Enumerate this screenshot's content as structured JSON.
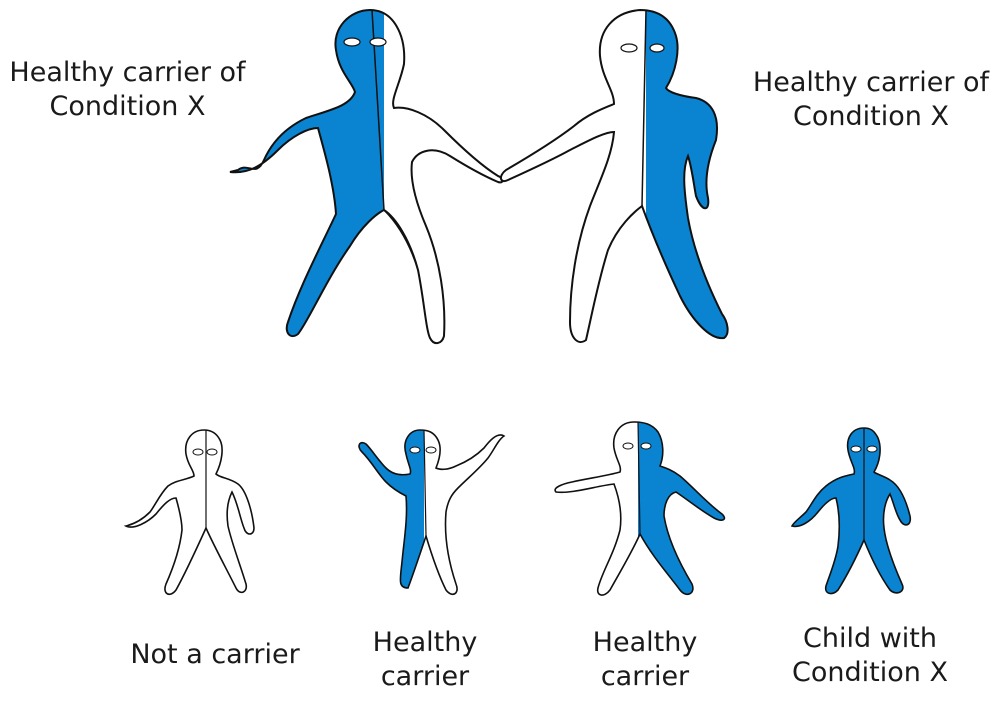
{
  "colors": {
    "affected": "#0a84d0",
    "unaffected": "#ffffff",
    "outline": "#111111"
  },
  "parents": [
    {
      "label": "Healthy carrier of\nCondition X",
      "status": "carrier"
    },
    {
      "label": "Healthy carrier of\nCondition X",
      "status": "carrier"
    }
  ],
  "children": [
    {
      "label": "Not a carrier",
      "status": "non-carrier"
    },
    {
      "label": "Healthy\ncarrier",
      "status": "carrier"
    },
    {
      "label": "Healthy\ncarrier",
      "status": "carrier"
    },
    {
      "label": "Child with\nCondition X",
      "status": "affected"
    }
  ]
}
